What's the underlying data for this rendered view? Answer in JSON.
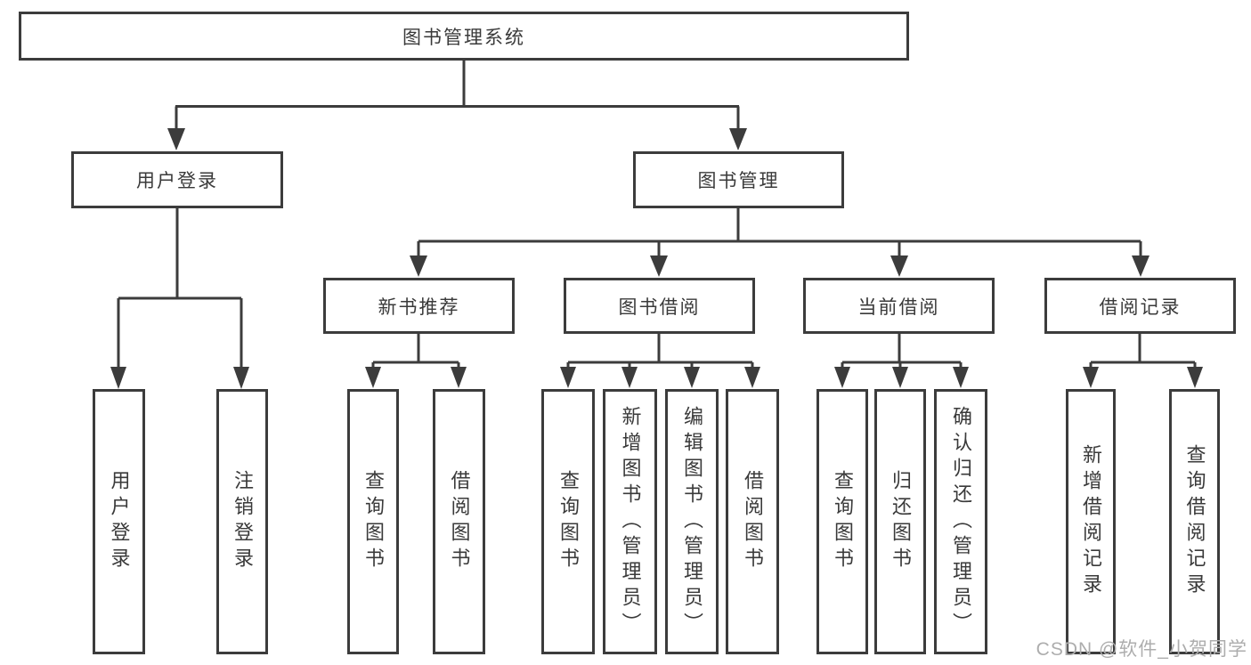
{
  "nodes": {
    "root": "图书管理系统",
    "user_login": "用户登录",
    "book_management": "图书管理",
    "new_book_recommend": "新书推荐",
    "book_borrowing": "图书借阅",
    "current_borrowing": "当前借阅",
    "borrowing_records": "借阅记录",
    "leaf_user_login": "用户登录",
    "leaf_logout": "注销登录",
    "leaf_nbr_query_books": "查询图书",
    "leaf_nbr_borrow_books": "借阅图书",
    "leaf_bb_query_books": "查询图书",
    "leaf_bb_add_books": "新增图书（管理员）",
    "leaf_bb_edit_books": "编辑图书（管理员）",
    "leaf_bb_borrow_books": "借阅图书",
    "leaf_cb_query_books": "查询图书",
    "leaf_cb_return_books": "归还图书",
    "leaf_cb_confirm_return": "确认归还（管理员）",
    "leaf_br_add_record": "新增借阅记录",
    "leaf_br_query_record": "查询借阅记录"
  },
  "watermark": "CSDN @软件_小贺同学",
  "colors": {
    "line": "#3c3c3c",
    "text": "#3a3a3a",
    "watermark": "#adadad",
    "background": "#ffffff"
  }
}
